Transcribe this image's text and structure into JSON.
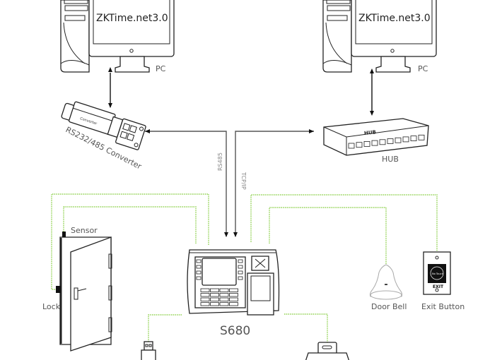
{
  "diagram": {
    "title": "S680 Connection Diagram",
    "colors": {
      "line": "#111111",
      "text": "#555555",
      "peripheral_wire": "#8fd14f"
    },
    "nodes": {
      "pc_left": {
        "label": "PC",
        "screen_text": "ZKTime.net3.0"
      },
      "pc_right": {
        "label": "PC",
        "screen_text": "ZKTime.net3.0"
      },
      "converter": {
        "label": "RS232/485 Converter",
        "body_text": "Converter"
      },
      "hub": {
        "label": "HUB",
        "body_text": "HUB"
      },
      "device": {
        "label": "S680"
      },
      "sensor": {
        "label": "Sensor"
      },
      "lock": {
        "label": "Lock"
      },
      "door_bell": {
        "label": "Door Bell"
      },
      "exit_button": {
        "label": "Exit Button",
        "button_text": "No Touch",
        "exit_text": "EXIT"
      }
    },
    "links": [
      {
        "from": "pc_left",
        "to": "converter",
        "type": "serial"
      },
      {
        "from": "device",
        "to": "converter",
        "label": "RS485"
      },
      {
        "from": "device",
        "to": "hub",
        "label": "TCP/IP"
      },
      {
        "from": "pc_right",
        "to": "hub",
        "type": "ethernet"
      },
      {
        "from": "device",
        "to": "lock",
        "type": "wire"
      },
      {
        "from": "device",
        "to": "sensor",
        "type": "wire"
      },
      {
        "from": "device",
        "to": "door_bell",
        "type": "wire"
      },
      {
        "from": "device",
        "to": "exit_button",
        "type": "wire"
      },
      {
        "from": "device",
        "to": "usb_disk",
        "type": "wire"
      },
      {
        "from": "device",
        "to": "printer",
        "type": "wire"
      }
    ]
  }
}
